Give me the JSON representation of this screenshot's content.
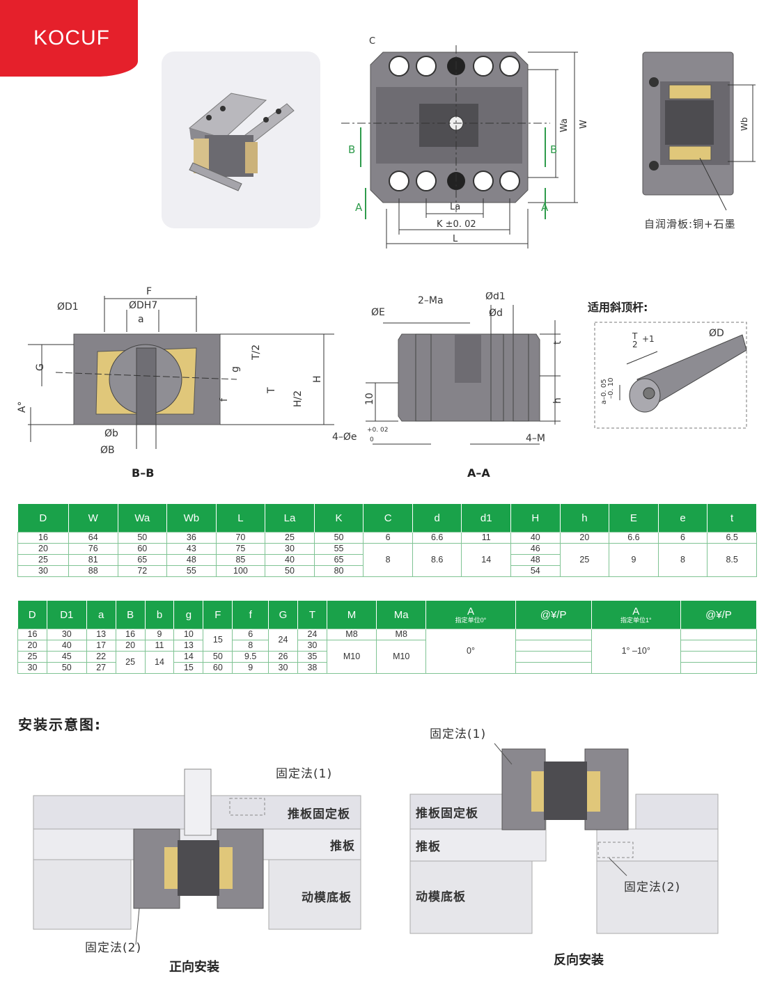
{
  "brand": {
    "logo": "KOCUF"
  },
  "top_diagram": {
    "labels": {
      "c": "C",
      "b_left": "B",
      "b_right": "B",
      "a_left": "A",
      "a_right": "A",
      "wa": "Wa",
      "w": "W",
      "la": "La",
      "k": "K ±0. 02",
      "l": "L",
      "wb": "Wb"
    },
    "material_note": "自润滑板:铜+石墨"
  },
  "section_bb": {
    "caption": "B–B",
    "labels": {
      "d1": "ØD1",
      "dh7": "ØDH7",
      "f_upper": "F",
      "a": "a",
      "g_upper": "G",
      "g_lower": "g",
      "t_half": "T/2",
      "t": "T",
      "h_half": "H/2",
      "h": "H",
      "f_lower": "f",
      "a_deg": "A°",
      "b_lower": "Øb",
      "b_upper": "ØB"
    }
  },
  "section_aa": {
    "caption": "A–A",
    "labels": {
      "e_upper": "ØE",
      "ma": "2–Ma",
      "d1": "Ød1",
      "d": "Ød",
      "t": "t",
      "ten": "10",
      "h": "h",
      "e_lower": "4–Øe",
      "e_tol_upper": "+0. 02",
      "e_tol_lower": "0",
      "m": "4–M"
    }
  },
  "ejector": {
    "title": "适用斜顶杆:",
    "labels": {
      "t2": "T",
      "t2_den": "2",
      "t2_plus": "+1",
      "d": "ØD",
      "tol": "a–0. 05",
      "tol2": "–0. 10"
    }
  },
  "table1": {
    "headers": [
      "D",
      "W",
      "Wa",
      "Wb",
      "L",
      "La",
      "K",
      "C",
      "d",
      "d1",
      "H",
      "h",
      "E",
      "e",
      "t"
    ],
    "rows": [
      [
        "16",
        "64",
        "50",
        "36",
        "70",
        "25",
        "50",
        "6",
        "6.6",
        "11",
        "40",
        "20",
        "6.6",
        "6",
        "6.5"
      ],
      [
        "20",
        "76",
        "60",
        "43",
        "75",
        "30",
        "55",
        "8",
        "8.6",
        "14",
        "46",
        "25",
        "9",
        "8",
        "8.5"
      ],
      [
        "25",
        "81",
        "65",
        "48",
        "85",
        "40",
        "65",
        "",
        "",
        "",
        "48",
        "",
        "",
        "",
        ""
      ],
      [
        "30",
        "88",
        "72",
        "55",
        "100",
        "50",
        "80",
        "",
        "",
        "",
        "54",
        "",
        "",
        "",
        ""
      ]
    ]
  },
  "table2": {
    "headers": [
      "D",
      "D1",
      "a",
      "B",
      "b",
      "g",
      "F",
      "f",
      "G",
      "T",
      "M",
      "Ma",
      "A",
      "@¥/P",
      "A",
      "@¥/P"
    ],
    "header_subs": {
      "a1": "指定单位0°",
      "a2": "指定单位1°"
    },
    "rows": [
      [
        "16",
        "30",
        "13",
        "16",
        "9",
        "10",
        "15",
        "6",
        "24",
        "24",
        "M8",
        "M8",
        "0°",
        "",
        "1° –10°",
        ""
      ],
      [
        "20",
        "40",
        "17",
        "20",
        "11",
        "13",
        "",
        "8",
        "",
        "30",
        "M10",
        "M10",
        "",
        "",
        "",
        ""
      ],
      [
        "25",
        "45",
        "22",
        "25",
        "14",
        "14",
        "50",
        "9.5",
        "26",
        "35",
        "",
        "",
        "",
        "",
        "",
        ""
      ],
      [
        "30",
        "50",
        "27",
        "",
        "",
        "15",
        "60",
        "9",
        "30",
        "38",
        "",
        "",
        "",
        "",
        "",
        ""
      ]
    ]
  },
  "install": {
    "heading": "安装示意图:",
    "forward": {
      "caption": "正向安装",
      "method1": "固定法(1)",
      "method2": "固定法(2)",
      "plate_fix": "推板固定板",
      "plate_push": "推板",
      "plate_base": "动模底板"
    },
    "reverse": {
      "caption": "反向安装",
      "method1": "固定法(1)",
      "method2": "固定法(2)",
      "plate_fix": "推板固定板",
      "plate_push": "推板",
      "plate_base": "动模底板"
    }
  },
  "colors": {
    "green": "#1aa24a",
    "red": "#e5202b",
    "steel": "#7a7882",
    "brass": "#e0c77a",
    "plate": "#e2e2e8"
  }
}
